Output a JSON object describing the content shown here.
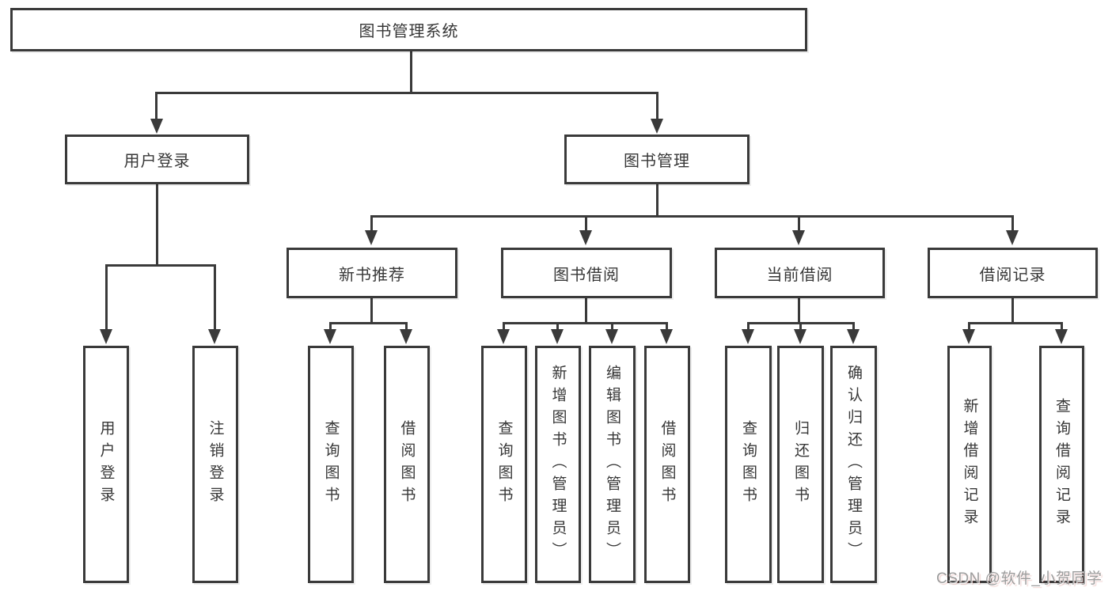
{
  "diagram": {
    "root": {
      "label": "图书管理系统"
    },
    "branches": [
      {
        "label": "用户登录",
        "children": [
          "用户登录",
          "注销登录"
        ]
      },
      {
        "label": "图书管理",
        "sections": [
          {
            "label": "新书推荐",
            "children": [
              "查询图书",
              "借阅图书"
            ]
          },
          {
            "label": "图书借阅",
            "children": [
              "查询图书",
              "新增图书（管理员）",
              "编辑图书（管理员）",
              "借阅图书"
            ]
          },
          {
            "label": "当前借阅",
            "children": [
              "查询图书",
              "归还图书",
              "确认归还（管理员）"
            ]
          },
          {
            "label": "借阅记录",
            "children": [
              "新增借阅记录",
              "查询借阅记录"
            ]
          }
        ]
      }
    ]
  },
  "watermark": {
    "text": "CSDN @软件_小贺同学"
  },
  "colors": {
    "line": "#3a3a3a",
    "text": "#373737",
    "background": "#ffffff",
    "watermark": "#9c9c9c"
  }
}
